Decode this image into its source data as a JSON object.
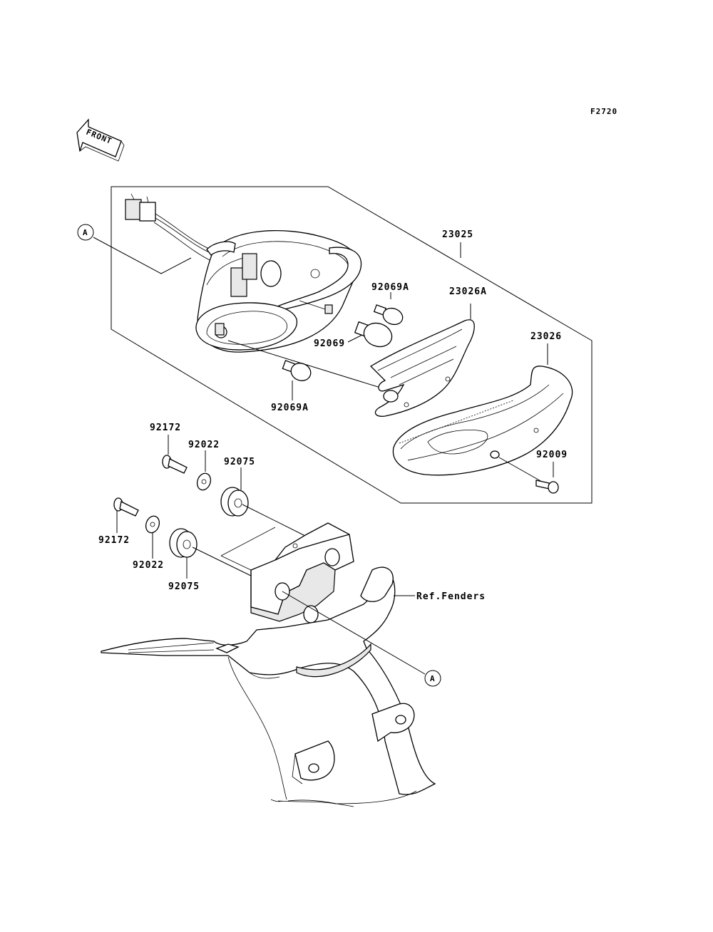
{
  "figure_code": "F2720",
  "front_arrow_text": "FRONT",
  "callouts": {
    "a_top": "A",
    "a_bottom": "A"
  },
  "labels": {
    "assembly": "23025",
    "bulb_a_top": "92069A",
    "lens_a": "23026A",
    "lens": "23026",
    "bulb": "92069",
    "bulb_a_bottom": "92069A",
    "screw_top": "92172",
    "washer_top": "92022",
    "grommet_top": "92075",
    "screw_bottom": "92172",
    "washer_bottom": "92022",
    "grommet_bottom": "92075",
    "tapping_screw": "92009",
    "ref_fenders": "Ref.Fenders"
  }
}
